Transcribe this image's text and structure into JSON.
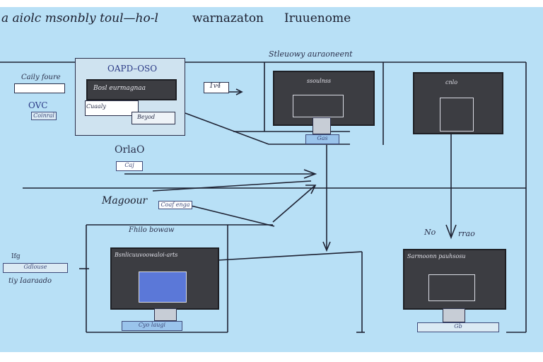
{
  "header": {
    "title_left": "a aiolc msonbly toul—ho-l",
    "title_mid": "warnazaton",
    "title_right": "Iruuenome"
  },
  "labels": {
    "top_right_caption": "Stleuowy auraoneent",
    "left_box_title": "OAPD–OSO",
    "left_box_dark_text": "Bosl eurmagnaa",
    "left_box_sub1": "Cuaaly",
    "left_box_sub2": "Beyod",
    "left_tag1": "Caily foure",
    "left_ovc": "OVC",
    "left_ovc_tag": "Coinral",
    "mid_small_tag": "1v4",
    "orao": "OrlaO",
    "orao_tag": "Caj",
    "magoour": "Magoour",
    "magoour_tag": "Coaf enga",
    "lower_caption": "Fhilo bowaw",
    "bottom_left_tag": "Ifg",
    "bottom_left_box": "Gdlouse",
    "bottom_left_caption": "tiy Iaaraado",
    "monitor_bl_title": "Bsnlicuuvoowaloi-arts",
    "monitor_bl_stand": "Cyo laugi",
    "monitor_tm_title": "ssoulnss",
    "monitor_tm_stand": "Gas",
    "monitor_tr_title": "cnlo",
    "monitor_br_title": "Sarmoonn pauhsosu",
    "monitor_br_stand": "Gb",
    "right_arrow_caption_left": "No",
    "right_arrow_caption_right": "rrao"
  },
  "colors": {
    "background": "#b8e0f6",
    "ink": "#1e2233",
    "monitor": "#3c3d42",
    "screen_blue": "#5b78d8",
    "tag_fill": "#dbeaf4"
  },
  "icons": [
    "monitor-icon",
    "arrow-icon"
  ]
}
